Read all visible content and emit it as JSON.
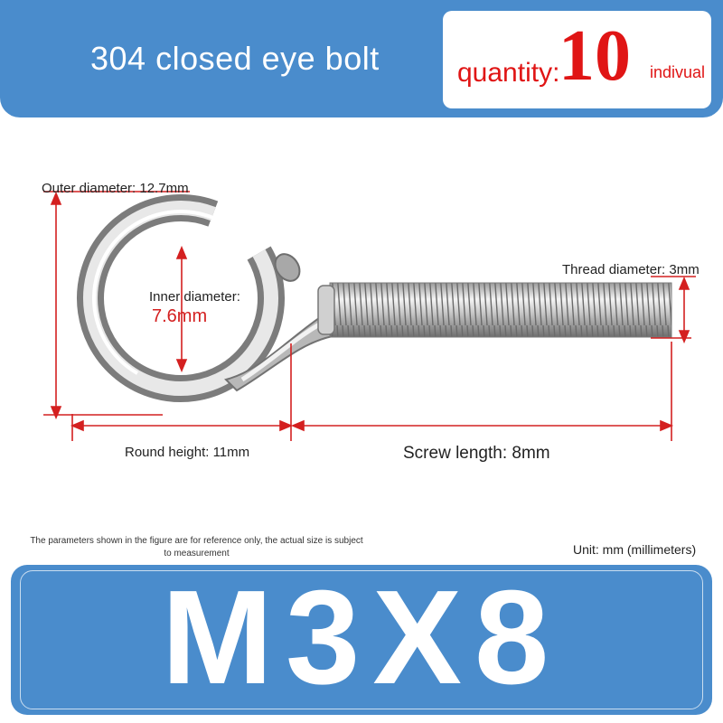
{
  "header": {
    "title": "304 closed eye bolt",
    "quantity_label": "quantity:",
    "quantity_value": "10",
    "quantity_unit": "indivual"
  },
  "dimensions": {
    "outer_diameter": "Outer diameter: 12.7mm",
    "inner_diameter_label": "Inner diameter:",
    "inner_diameter_value": "7.6mm",
    "thread_diameter": "Thread diameter: 3mm",
    "round_height": "Round height: 11mm",
    "screw_length": "Screw length: 8mm"
  },
  "footer": {
    "note": "The parameters shown in the figure are for reference only, the actual size is subject to measurement",
    "unit": "Unit: mm (millimeters)",
    "size": "M3X8"
  },
  "colors": {
    "brand_blue": "#4a8ccc",
    "accent_red": "#e01515",
    "dimension_red": "#d42020"
  }
}
